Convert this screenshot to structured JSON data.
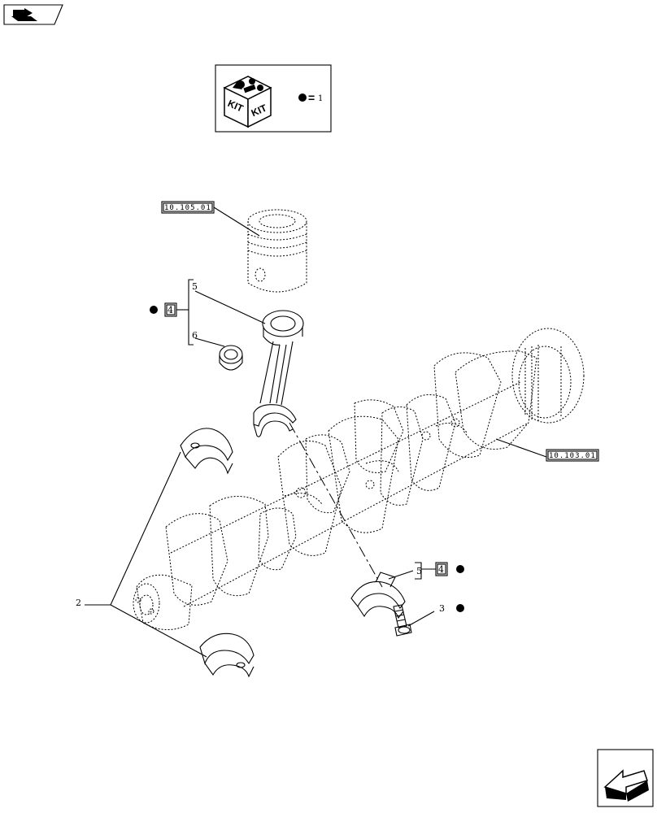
{
  "kit_legend": {
    "equals": "=",
    "count": "1"
  },
  "kit_box_labels": [
    "KIT",
    "KIT"
  ],
  "refs": {
    "piston": "10.105.01",
    "crankshaft": "10.103.01"
  },
  "callouts": {
    "conrod_kit_qty": "4",
    "conrod": "5",
    "bushing": "6",
    "main_bearing": "2",
    "cap_part": "5",
    "cap_kit_qty": "4",
    "bolt": "3"
  },
  "icons": {
    "top_left": "book-arrow-icon",
    "bottom_right": "next-page-arrow-icon"
  }
}
